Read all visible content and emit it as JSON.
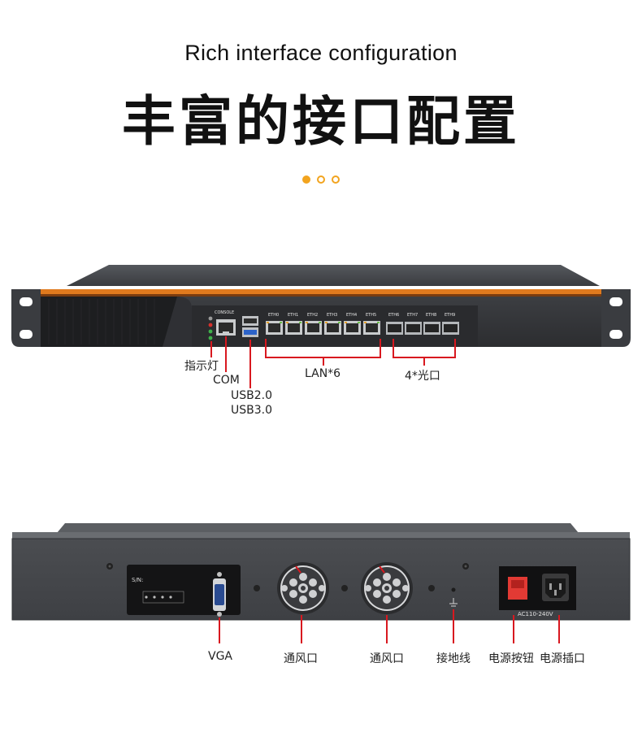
{
  "header": {
    "subtitle": "Rich interface configuration",
    "title": "丰富的接口配置"
  },
  "carousel": {
    "active_index": 0,
    "count": 3,
    "accent_color": "#f2a41f"
  },
  "front_panel": {
    "port_labels": {
      "console": "CONSOLE",
      "eth": [
        "ETH0",
        "ETH1",
        "ETH2",
        "ETH3",
        "ETH4",
        "ETH5",
        "ETH6",
        "ETH7",
        "ETH8",
        "ETH9"
      ]
    },
    "callouts": {
      "indicator": "指示灯",
      "com": "COM",
      "usb2": "USB2.0",
      "usb3": "USB3.0",
      "lan": "LAN*6",
      "fiber": "4*光口"
    },
    "callout_color": "#d8181f",
    "stripe_color": "#e07a1e"
  },
  "rear_panel": {
    "label_plate": {
      "sn": "S/N:"
    },
    "power_rating": "AC110-240V",
    "callouts": {
      "vga": "VGA",
      "vent1": "通风口",
      "vent2": "通风口",
      "ground": "接地线",
      "power_switch": "电源按钮",
      "power_socket": "电源插口"
    }
  }
}
